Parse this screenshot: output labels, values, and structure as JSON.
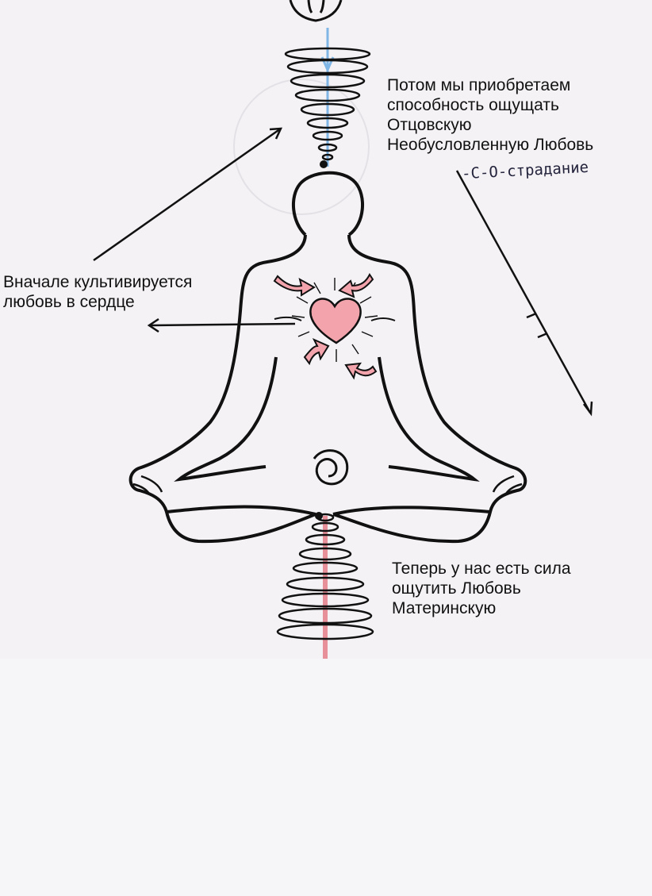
{
  "captions": {
    "top": [
      "Потом мы приобретаем",
      "способность ощущать",
      "Отцовскую",
      "Необусловленную Любовь"
    ],
    "left": [
      "Вначале культивируется",
      "любовь в сердце"
    ],
    "bottom": [
      "Теперь у нас есть сила",
      "ощутить Любовь",
      "Материнскую"
    ]
  },
  "handwritten_note": "-С-О-страдание",
  "colors": {
    "ink": "#111111",
    "spine_blue": "#7fb6e6",
    "spine_red": "#e8909a",
    "heart_fill": "#f2a3ab",
    "paper": "#f4f2f5"
  }
}
